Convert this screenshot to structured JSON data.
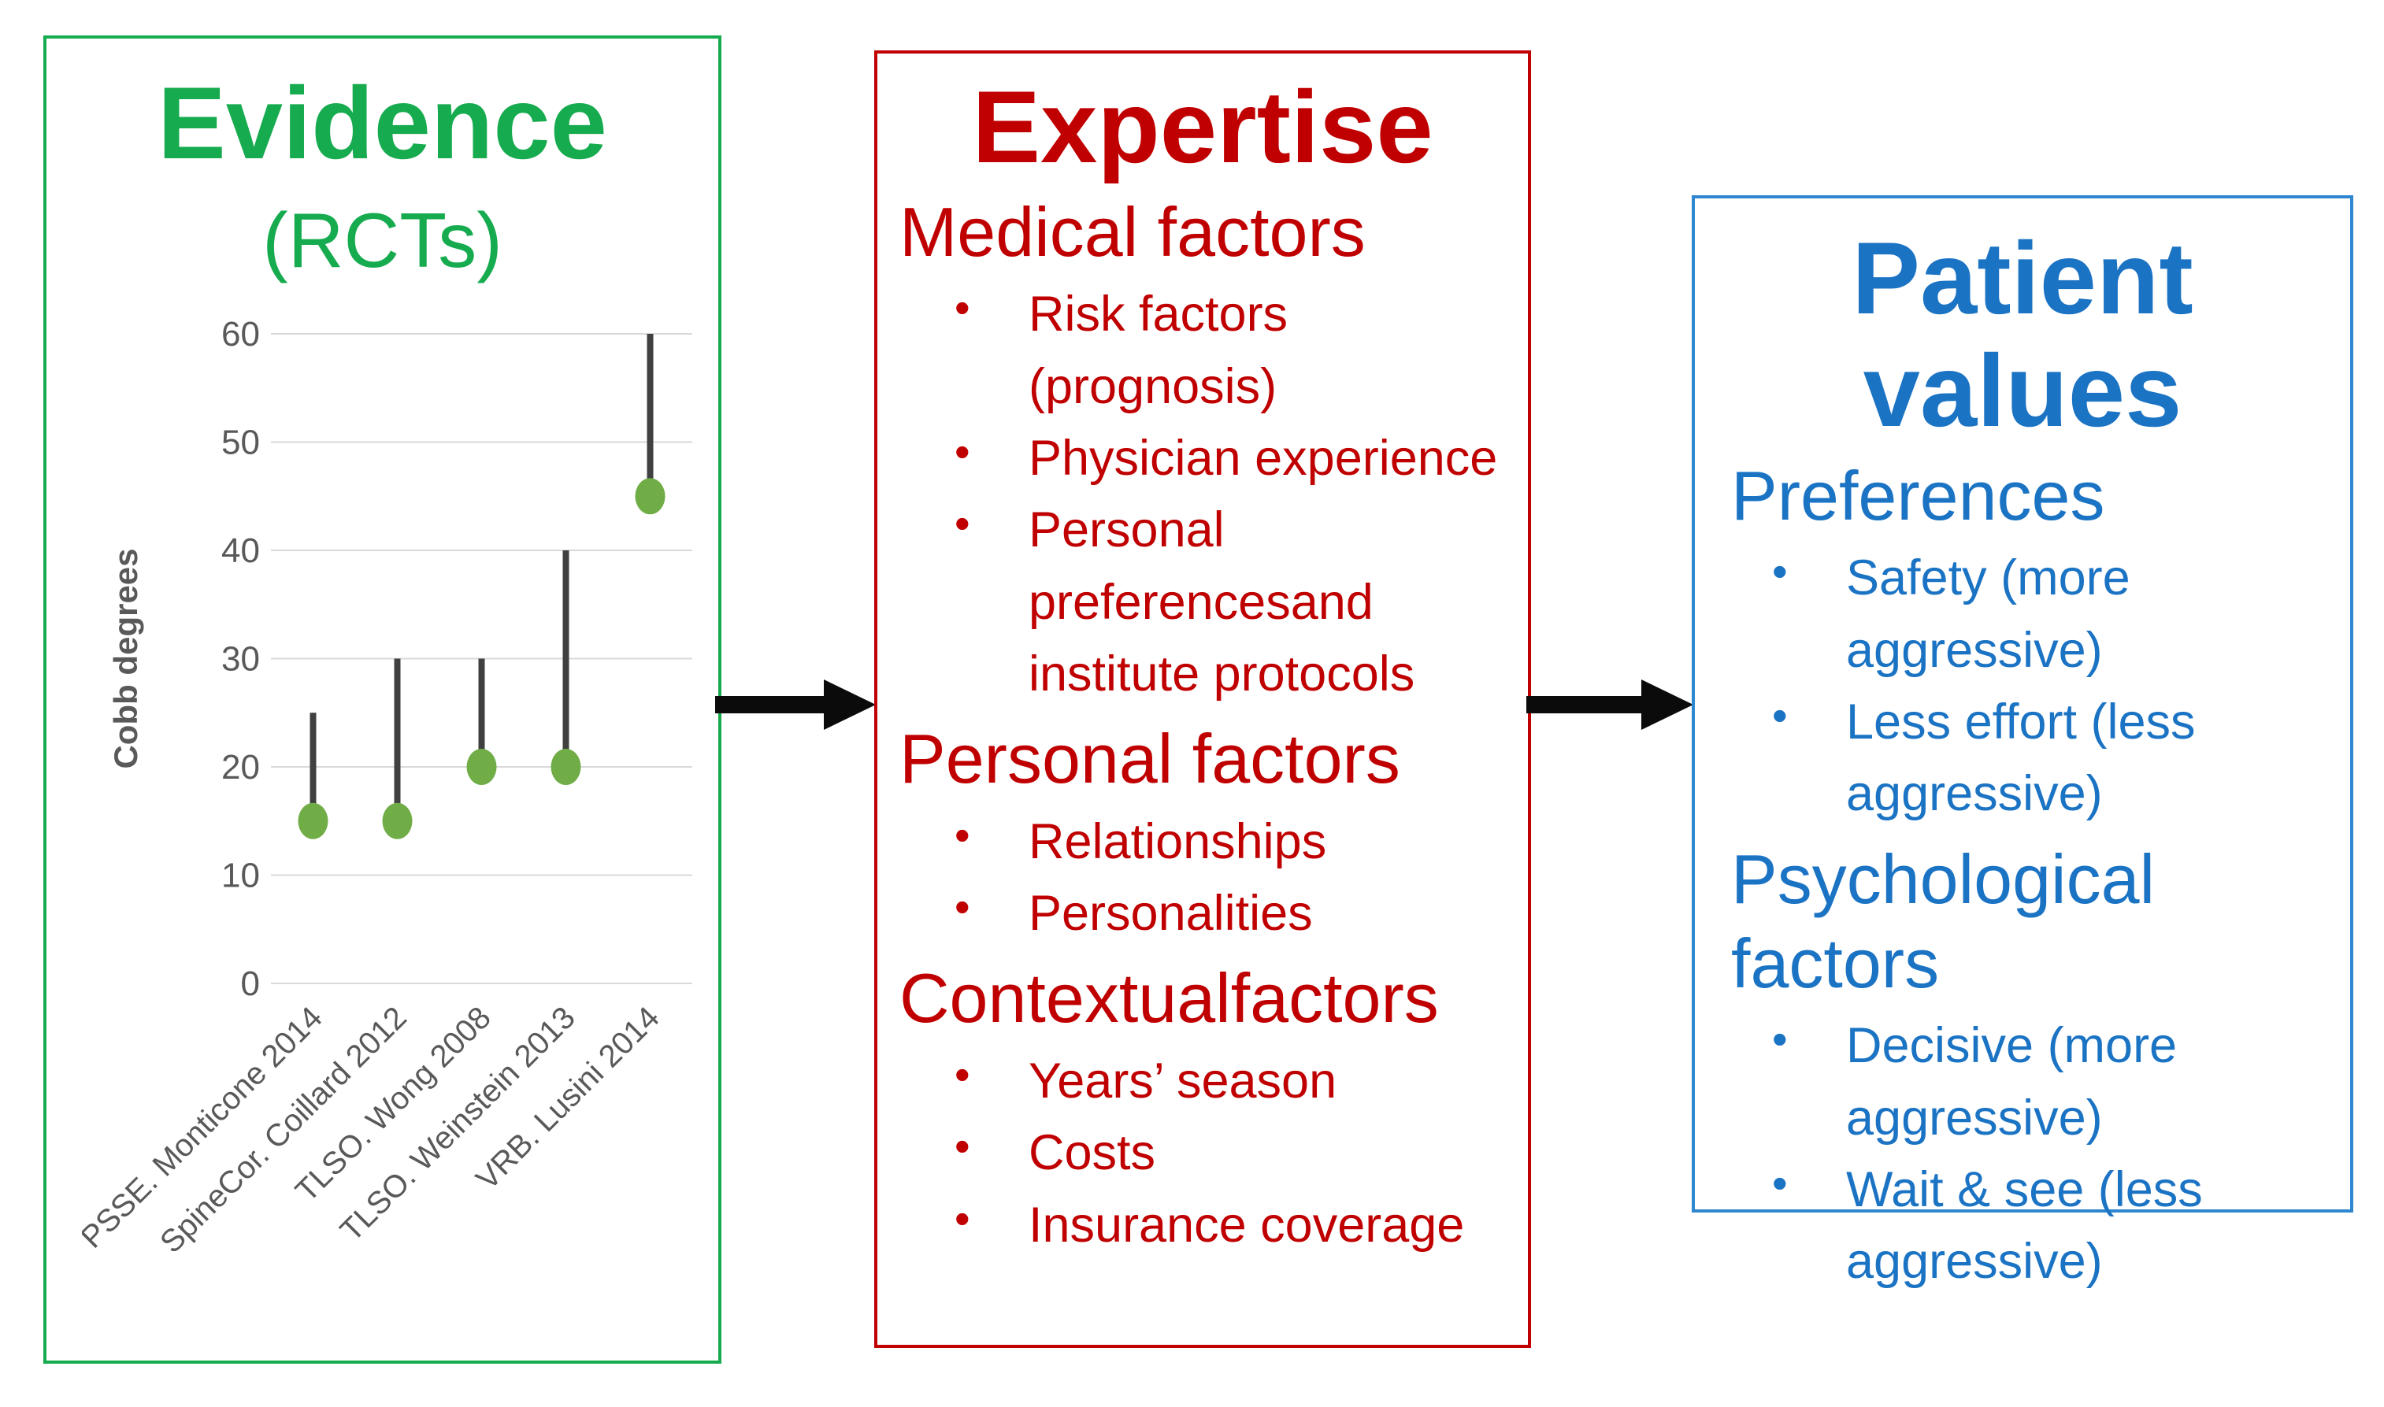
{
  "evidence": {
    "title": "Evidence",
    "subtitle": "(RCTs)",
    "accent": "#17ab4f"
  },
  "expertise": {
    "title": "Expertise",
    "accent": "#c00000",
    "sections": [
      {
        "heading": "Medical factors",
        "items": [
          "Risk factors (prognosis)",
          "Physician experience",
          "Personal preferencesand institute protocols"
        ]
      },
      {
        "heading": "Personal factors",
        "items": [
          "Relationships",
          "Personalities"
        ]
      },
      {
        "heading": "Contextualfactors",
        "items": [
          "Years’ season",
          "Costs",
          "Insurance coverage"
        ]
      }
    ]
  },
  "patient_values": {
    "title": "Patient values",
    "accent_text": "#1b73c4",
    "accent_border": "#2e86d0",
    "sections": [
      {
        "heading": "Preferences",
        "items": [
          "Safety (more aggressive)",
          "Less effort (less aggressive)"
        ]
      },
      {
        "heading": "Psychological factors",
        "items": [
          "Decisive (more aggressive)",
          "Wait & see (less aggressive)"
        ]
      }
    ]
  },
  "arrows": {
    "color": "#0b0b0b"
  },
  "chart_data": {
    "type": "scatter",
    "subtype": "stick-and-dot-range",
    "title": "",
    "xlabel": "",
    "ylabel": "Cobb degrees",
    "ylim": [
      0,
      60
    ],
    "yticks": [
      0,
      10,
      20,
      30,
      40,
      50,
      60
    ],
    "grid": true,
    "legend": "none",
    "categories": [
      "PSSE. Monticone 2014",
      "SpineCor. Coillard 2012",
      "TLSO. Wong 2008",
      "TLSO. Weinstein 2013",
      "VRB. Lusini 2014"
    ],
    "series": [
      {
        "name": "range top (Cobb degrees)",
        "values": [
          25,
          30,
          30,
          40,
          60
        ]
      },
      {
        "name": "dot value (Cobb degrees)",
        "values": [
          15,
          15,
          20,
          20,
          45
        ]
      }
    ],
    "dot_color": "#70ad47",
    "stick_color": "#404040",
    "grid_color": "#d9d9d9",
    "axis_color": "#595959"
  }
}
